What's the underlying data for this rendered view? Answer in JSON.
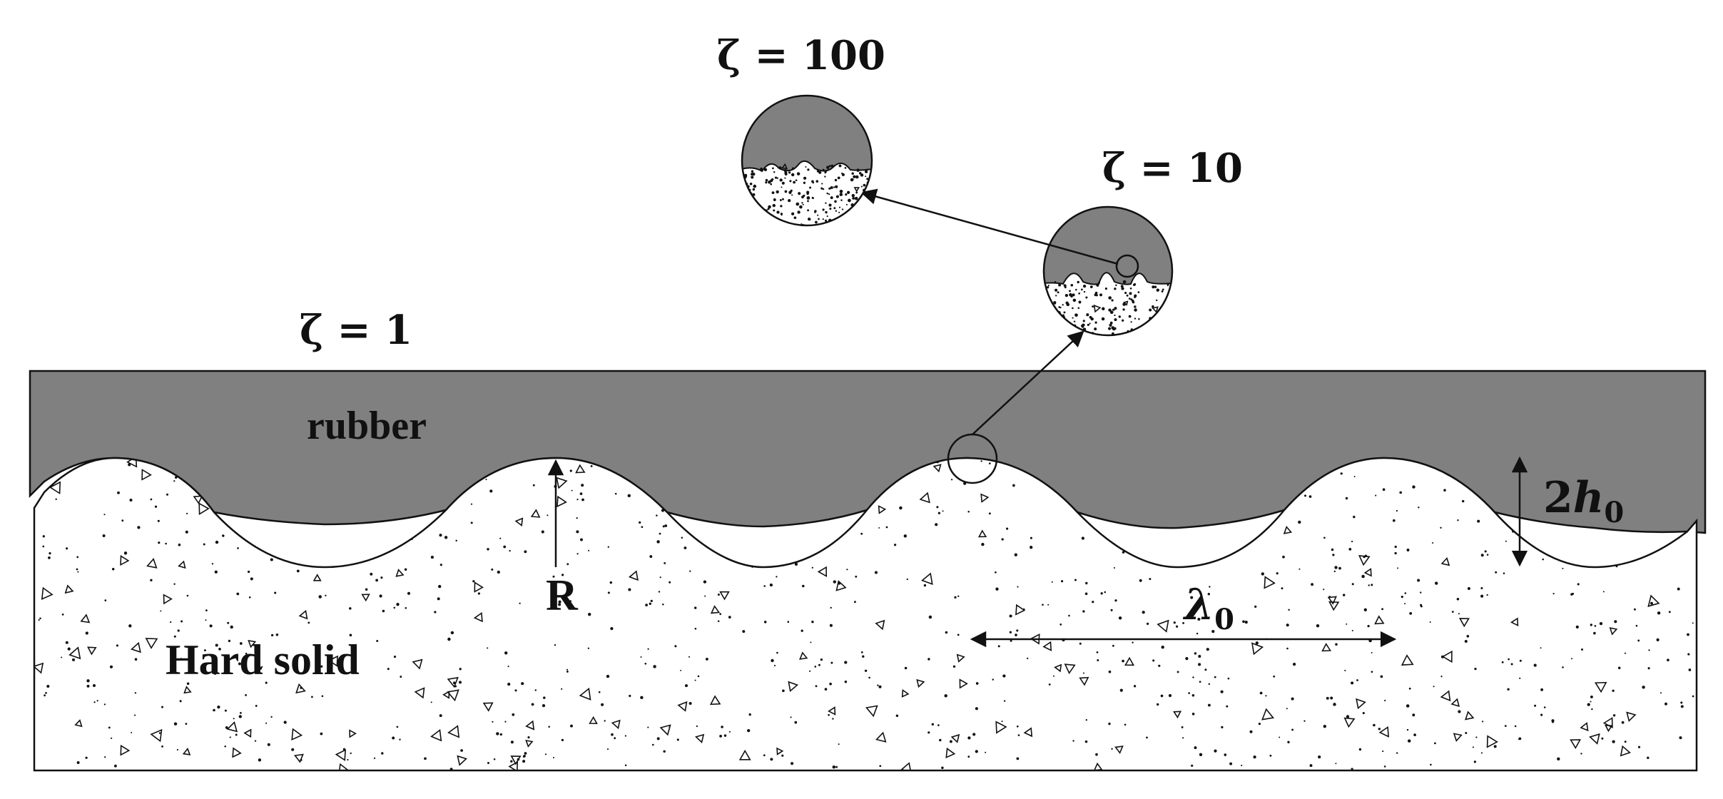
{
  "labels": {
    "zeta1": "ζ = 1",
    "zeta10": "ζ = 10",
    "zeta100": "ζ = 100",
    "rubber": "rubber",
    "hard_solid": "Hard solid",
    "radius": "R",
    "wavelength_symbol": "λ",
    "wavelength_sub": "0",
    "height_prefix": "2",
    "height_symbol": "h",
    "height_sub": "0"
  },
  "colors": {
    "rubber": "#808080",
    "solid": "#ffffff",
    "outline": "#111111"
  }
}
